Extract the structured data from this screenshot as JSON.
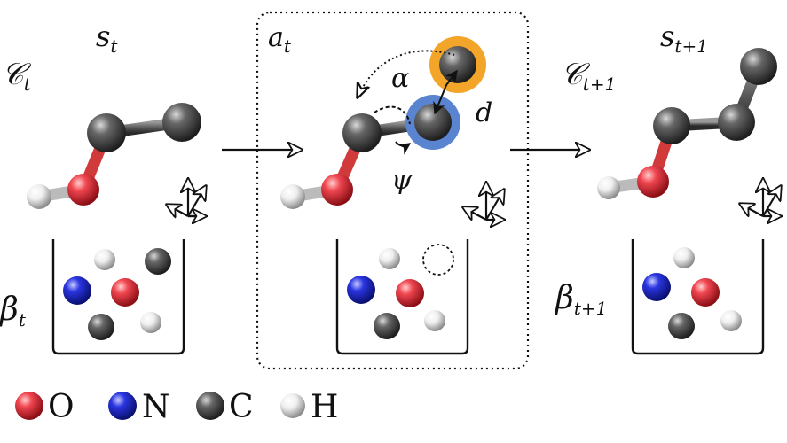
{
  "state_t": {
    "title": "s",
    "title_sub": "t",
    "conf": "𝒞",
    "conf_sub": "t",
    "bag": "β",
    "bag_sub": "t"
  },
  "action": {
    "title": "a",
    "title_sub": "t",
    "alpha": "α",
    "distance": "d",
    "psi": "ψ"
  },
  "state_t1": {
    "title": "s",
    "title_sub": "t+1",
    "conf": "𝒞",
    "conf_sub": "t+1",
    "bag": "β",
    "bag_sub": "t+1"
  },
  "legend": [
    {
      "label": "O",
      "color": "#e2333c"
    },
    {
      "label": "N",
      "color": "#1f2fd1"
    },
    {
      "label": "C",
      "color": "#555555"
    },
    {
      "label": "H",
      "color": "#f2f2f2"
    }
  ],
  "colors": {
    "focus_highlight": "#f3a52a",
    "target_highlight": "#5b84d0"
  }
}
